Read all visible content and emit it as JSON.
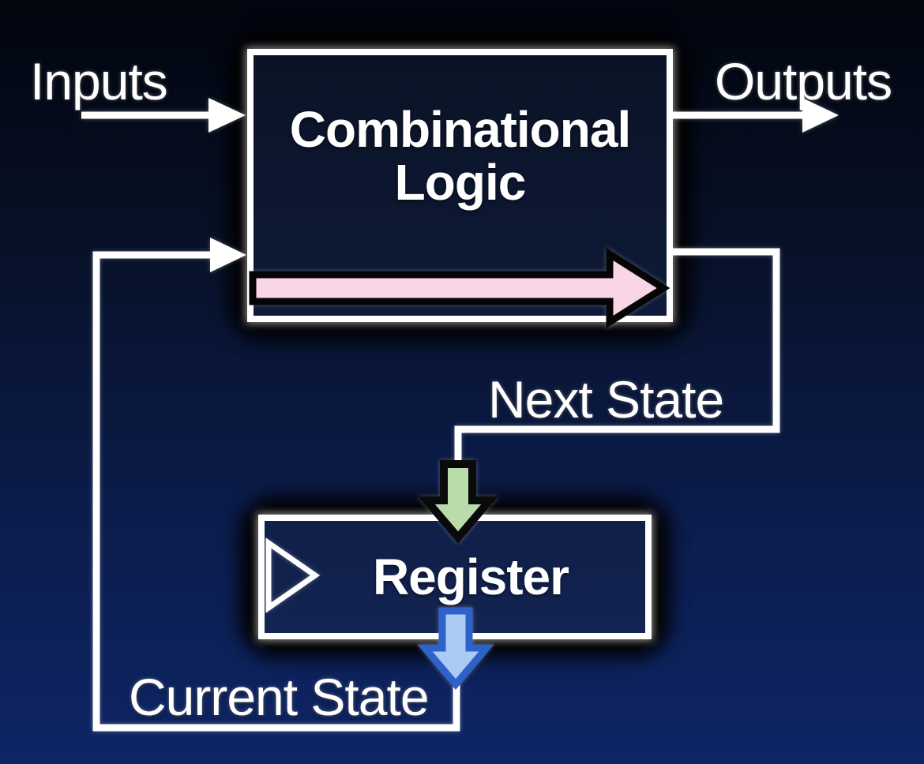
{
  "diagram": {
    "title_hint": "Finite state machine block diagram",
    "labels": {
      "inputs": "Inputs",
      "outputs": "Outputs",
      "next_state": "Next State",
      "current_state": "Current State"
    },
    "blocks": {
      "combinational_logic": {
        "title_line1": "Combinational",
        "title_line2": "Logic"
      },
      "register": {
        "title": "Register"
      }
    },
    "icons": {
      "clock_triangle": "clock-edge-triangle-icon",
      "pink_arrow": "propagation-delay-arrow-icon",
      "green_arrow": "next-state-down-arrow-icon",
      "blue_arrow": "current-state-down-arrow-icon"
    },
    "colors": {
      "background_top": "#01050e",
      "background_bottom": "#0e2566",
      "wire": "#ffffff",
      "pink_arrow_fill": "#f9d5e6",
      "pink_arrow_border": "#050505",
      "green_arrow_fill": "#b9dcaa",
      "green_arrow_border": "#0a0a0a",
      "blue_arrow_fill": "#abcbf4",
      "blue_arrow_border": "#2d62c9",
      "combinational_box_fill": "#0d1630",
      "register_box_fill": "#122250"
    }
  }
}
